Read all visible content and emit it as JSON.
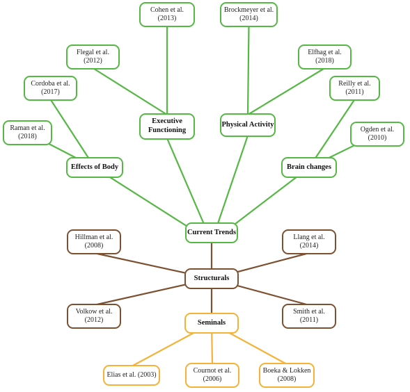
{
  "colors": {
    "green": "#55b744",
    "brown": "#7b5131",
    "orange": "#f5b236"
  },
  "nodes": {
    "current_trends": {
      "lines": [
        "Current Trends"
      ]
    },
    "effects_of_body": {
      "lines": [
        "Effects of Body"
      ]
    },
    "executive_functioning": {
      "lines": [
        "Executive",
        "Functioning"
      ]
    },
    "physical_activity": {
      "lines": [
        "Physical Activity"
      ]
    },
    "brain_changes": {
      "lines": [
        "Brain changes"
      ]
    },
    "raman": {
      "lines": [
        "Raman et al.",
        "(2018)"
      ]
    },
    "cordoba": {
      "lines": [
        "Cordoba et al.",
        "(2017)"
      ]
    },
    "flegal": {
      "lines": [
        "Flegal et al.",
        "(2012)"
      ]
    },
    "cohen": {
      "lines": [
        "Cohen et al.",
        "(2013)"
      ]
    },
    "brockmeyer": {
      "lines": [
        "Brockmeyer et al.",
        "(2014)"
      ]
    },
    "elfhag": {
      "lines": [
        "Elfhag et al.",
        "(2018)"
      ]
    },
    "reilly": {
      "lines": [
        "Reilly et al.",
        "(2011)"
      ]
    },
    "ogden": {
      "lines": [
        "Ogden et al.",
        "(2010)"
      ]
    },
    "structurals": {
      "lines": [
        "Structurals"
      ]
    },
    "hillman": {
      "lines": [
        "Hillman et al.",
        "(2008)"
      ]
    },
    "llang": {
      "lines": [
        "Llang et al.",
        "(2014)"
      ]
    },
    "volkow": {
      "lines": [
        "Volkow et al.",
        "(2012)"
      ]
    },
    "smith": {
      "lines": [
        "Smith et al.",
        "(2011)"
      ]
    },
    "seminals": {
      "lines": [
        "Seminals"
      ]
    },
    "elias": {
      "lines": [
        "Elias et al. (2003)"
      ]
    },
    "cournot": {
      "lines": [
        "Cournot et al.",
        "(2006)"
      ]
    },
    "boeka": {
      "lines": [
        "Boeka & Lokken",
        "(2008)"
      ]
    }
  }
}
